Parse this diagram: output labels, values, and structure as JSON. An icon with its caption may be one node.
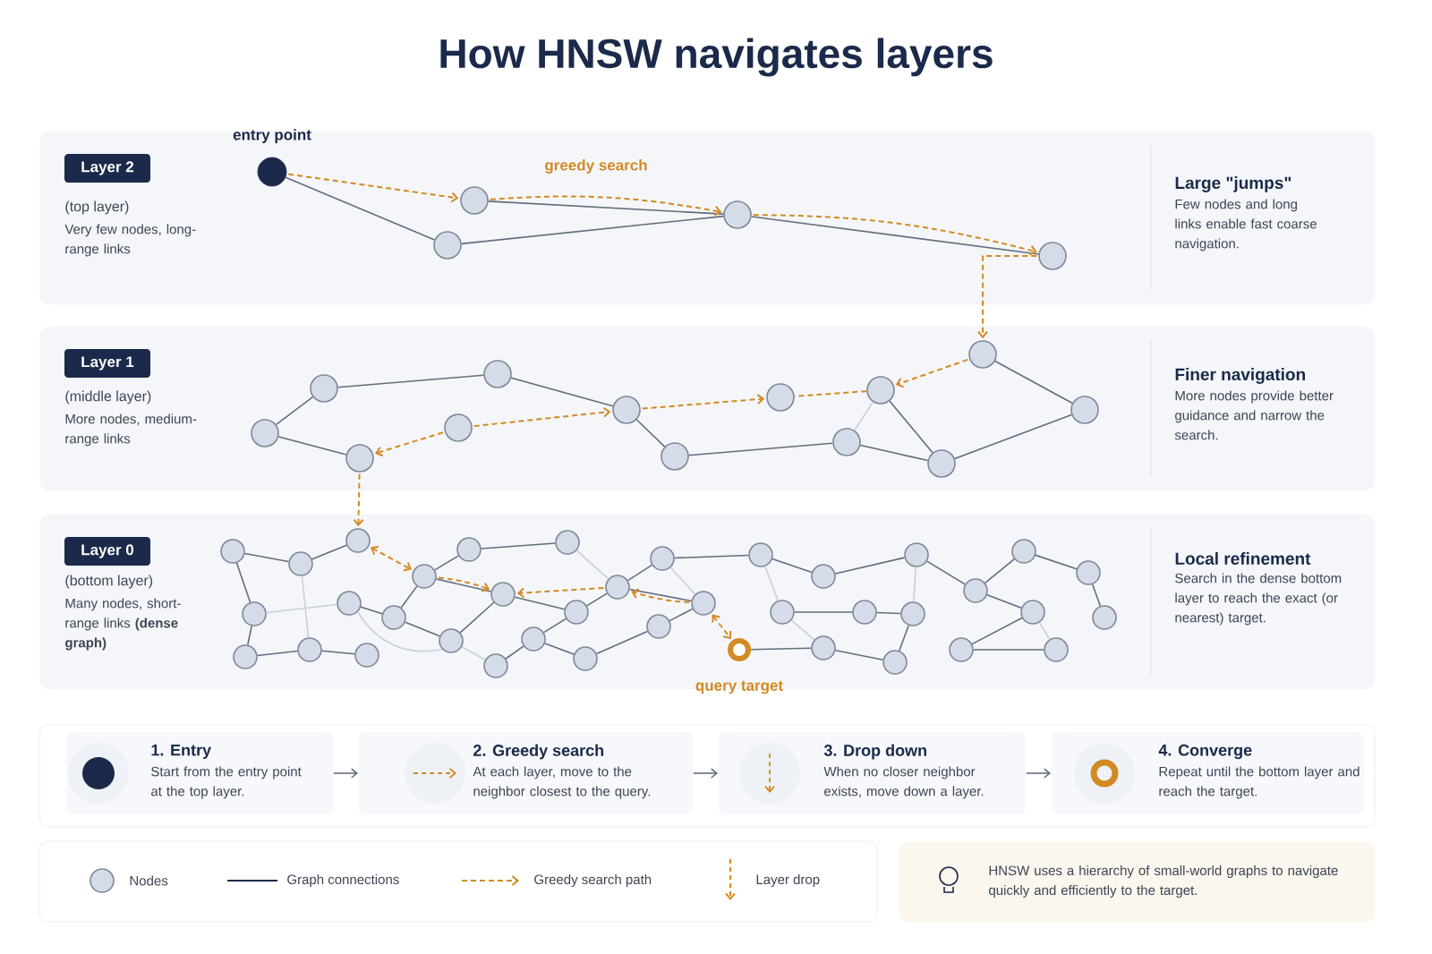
{
  "diagram": {
    "title": "How HNSW navigates layers",
    "nodes": [
      {
        "text": [
          "(top layer)",
          "Very few nodes, long-range links",
          "Large \"jumps\"",
          "Few nodes and long links enable fast coarse navigation."
        ]
      },
      {
        "text": [
          "Layer 2"
        ],
        "in": 0
      },
      {
        "text": [],
        "shape": "circle",
        "in": 0,
        "beside": [
          "entry point"
        ]
      },
      {
        "text": [],
        "shape": "circle",
        "in": 0
      },
      {
        "text": [],
        "shape": "circle",
        "in": 0
      },
      {
        "text": [],
        "shape": "circle",
        "in": 0
      },
      {
        "text": [],
        "shape": "circle",
        "in": 0
      },
      {
        "text": [
          "(middle layer)",
          "More nodes, medium-range links",
          "Finer navigation",
          "More nodes provide better guidance and narrow the search."
        ]
      },
      {
        "text": [
          "Layer 1"
        ],
        "in": 7
      },
      {
        "text": [],
        "shape": "circle",
        "in": 7
      },
      {
        "text": [],
        "shape": "circle",
        "in": 7
      },
      {
        "text": [],
        "shape": "circle",
        "in": 7
      },
      {
        "text": [],
        "shape": "circle",
        "in": 7
      },
      {
        "text": [],
        "shape": "circle",
        "in": 7
      },
      {
        "text": [],
        "shape": "circle",
        "in": 7
      },
      {
        "text": [],
        "shape": "circle",
        "in": 7
      },
      {
        "text": [],
        "shape": "circle",
        "in": 7
      },
      {
        "text": [],
        "shape": "circle",
        "in": 7
      },
      {
        "text": [],
        "shape": "circle",
        "in": 7
      },
      {
        "text": [],
        "shape": "circle",
        "in": 7
      },
      {
        "text": [],
        "shape": "circle",
        "in": 7
      },
      {
        "text": [],
        "shape": "circle",
        "in": 7
      },
      {
        "text": [
          "(bottom layer)",
          "Many nodes, short-range links **(dense graph)**",
          "Local refinement",
          "Search in the dense bottom layer to reach the exact (or nearest) target."
        ]
      },
      {
        "text": [
          "Layer 0"
        ],
        "in": 22
      },
      {
        "text": [],
        "shape": "circle",
        "in": 22
      },
      {
        "text": [],
        "shape": "circle",
        "in": 22
      },
      {
        "text": [],
        "shape": "circle",
        "in": 22
      },
      {
        "text": [],
        "shape": "circle",
        "in": 22
      },
      {
        "text": [],
        "shape": "circle",
        "in": 22
      },
      {
        "text": [],
        "shape": "circle",
        "in": 22
      },
      {
        "text": [],
        "shape": "circle",
        "in": 22
      },
      {
        "text": [],
        "shape": "circle",
        "in": 22
      },
      {
        "text": [],
        "shape": "circle",
        "in": 22
      },
      {
        "text": [],
        "shape": "circle",
        "in": 22
      },
      {
        "text": [],
        "shape": "circle",
        "in": 22
      },
      {
        "text": [],
        "shape": "circle",
        "in": 22
      },
      {
        "text": [],
        "shape": "circle",
        "in": 22
      },
      {
        "text": [],
        "shape": "circle",
        "in": 22
      },
      {
        "text": [],
        "shape": "circle",
        "in": 22
      },
      {
        "text": [],
        "shape": "circle",
        "in": 22
      },
      {
        "text": [],
        "shape": "circle",
        "in": 22
      },
      {
        "text": [],
        "shape": "circle",
        "in": 22
      },
      {
        "text": [],
        "shape": "circle",
        "in": 22
      },
      {
        "text": [],
        "shape": "circle",
        "in": 22
      },
      {
        "text": [],
        "shape": "circle",
        "in": 22
      },
      {
        "text": [],
        "shape": "circle",
        "in": 22
      },
      {
        "text": [],
        "shape": "circle",
        "in": 22,
        "beside": [
          "query target"
        ]
      },
      {
        "text": [],
        "shape": "circle",
        "in": 22
      },
      {
        "text": [],
        "shape": "circle",
        "in": 22
      },
      {
        "text": [],
        "shape": "circle",
        "in": 22
      },
      {
        "text": [],
        "shape": "circle",
        "in": 22
      },
      {
        "text": [],
        "shape": "circle",
        "in": 22
      },
      {
        "text": [],
        "shape": "circle",
        "in": 22
      },
      {
        "text": [],
        "shape": "circle",
        "in": 22
      },
      {
        "text": [],
        "shape": "circle",
        "in": 22
      },
      {
        "text": [],
        "shape": "circle",
        "in": 22
      },
      {
        "text": [],
        "shape": "circle",
        "in": 22
      },
      {
        "text": [],
        "shape": "circle",
        "in": 22
      },
      {
        "text": [],
        "shape": "circle",
        "in": 22
      },
      {
        "text": [],
        "shape": "circle",
        "in": 22
      },
      {
        "text": [],
        "shape": "circle",
        "in": 22
      },
      {
        "text": [],
        "shape": "circle",
        "in": 22
      },
      {
        "text": [
          "1. Entry",
          "Start from the entry point at the top layer."
        ]
      },
      {
        "text": [
          "2. Greedy search",
          "At each layer, move to the neighbor closest to the query."
        ]
      },
      {
        "text": [
          "3. Drop down",
          "When no closer neighbor exists, move down a layer."
        ]
      },
      {
        "text": [
          "4. Converge",
          "Repeat until the bottom layer and reach the target."
        ]
      },
      {
        "text": [
          "HNSW uses a hierarchy of small-world graphs to navigate quickly and efficiently to the target."
        ]
      }
    ],
    "edges": [
      {
        "from": 2,
        "to": 4,
        "arrow": "none"
      },
      {
        "from": 4,
        "to": 5,
        "arrow": "none"
      },
      {
        "from": 3,
        "to": 5,
        "arrow": "none"
      },
      {
        "from": 5,
        "to": 6,
        "arrow": "none"
      },
      {
        "from": 2,
        "to": 3,
        "arrow": "to",
        "style": "dashed",
        "color": "#d28a22"
      },
      {
        "from": 3,
        "to": 5,
        "arrow": "to",
        "style": "dashed",
        "color": "#d28a22"
      },
      {
        "from": 5,
        "to": 6,
        "arrow": "to",
        "style": "dashed",
        "color": "#d28a22"
      },
      {
        "from": 6,
        "to": 20,
        "arrow": "to",
        "style": "dashed",
        "color": "#d28a22"
      },
      {
        "from": 9,
        "to": 10,
        "arrow": "none"
      },
      {
        "from": 9,
        "to": 11,
        "arrow": "none"
      },
      {
        "from": 10,
        "to": 13,
        "arrow": "none"
      },
      {
        "from": 13,
        "to": 14,
        "arrow": "none"
      },
      {
        "from": 14,
        "to": 15,
        "arrow": "none"
      },
      {
        "from": 15,
        "to": 18,
        "arrow": "none"
      },
      {
        "from": 18,
        "to": 19,
        "arrow": "none"
      },
      {
        "from": 17,
        "to": 19,
        "arrow": "none"
      },
      {
        "from": 19,
        "to": 21,
        "arrow": "none"
      },
      {
        "from": 20,
        "to": 21,
        "arrow": "none"
      },
      {
        "from": 17,
        "to": 18,
        "arrow": "none",
        "color": "#c9d0db"
      },
      {
        "from": 20,
        "to": 17,
        "arrow": "to",
        "style": "dashed",
        "color": "#d28a22"
      },
      {
        "from": 17,
        "to": 16,
        "arrow": "none",
        "style": "dashed",
        "color": "#d28a22"
      },
      {
        "from": 14,
        "to": 16,
        "arrow": "to",
        "style": "dashed",
        "color": "#d28a22"
      },
      {
        "from": 12,
        "to": 14,
        "arrow": "to",
        "style": "dashed",
        "color": "#d28a22"
      },
      {
        "from": 12,
        "to": 11,
        "arrow": "to",
        "style": "dashed",
        "color": "#d28a22"
      },
      {
        "from": 11,
        "to": 26,
        "arrow": "to",
        "style": "dashed",
        "color": "#d28a22"
      },
      {
        "from": 24,
        "to": 25,
        "arrow": "none"
      },
      {
        "from": 24,
        "to": 27,
        "arrow": "none"
      },
      {
        "from": 27,
        "to": 28,
        "arrow": "none"
      },
      {
        "from": 28,
        "to": 29,
        "arrow": "none"
      },
      {
        "from": 29,
        "to": 30,
        "arrow": "none"
      },
      {
        "from": 25,
        "to": 26,
        "arrow": "none"
      },
      {
        "from": 31,
        "to": 32,
        "arrow": "none"
      },
      {
        "from": 32,
        "to": 33,
        "arrow": "none"
      },
      {
        "from": 33,
        "to": 34,
        "arrow": "none"
      },
      {
        "from": 32,
        "to": 35,
        "arrow": "none"
      },
      {
        "from": 35,
        "to": 36,
        "arrow": "none"
      },
      {
        "from": 33,
        "to": 36,
        "arrow": "none"
      },
      {
        "from": 34,
        "to": 39,
        "arrow": "none"
      },
      {
        "from": 36,
        "to": 40,
        "arrow": "none"
      },
      {
        "from": 40,
        "to": 38,
        "arrow": "none"
      },
      {
        "from": 38,
        "to": 37,
        "arrow": "none"
      },
      {
        "from": 38,
        "to": 41,
        "arrow": "none"
      },
      {
        "from": 40,
        "to": 42,
        "arrow": "none"
      },
      {
        "from": 42,
        "to": 44,
        "arrow": "none"
      },
      {
        "from": 44,
        "to": 47,
        "arrow": "none"
      },
      {
        "from": 47,
        "to": 49,
        "arrow": "none"
      },
      {
        "from": 49,
        "to": 54,
        "arrow": "none"
      },
      {
        "from": 54,
        "to": 55,
        "arrow": "none"
      },
      {
        "from": 55,
        "to": 57,
        "arrow": "none"
      },
      {
        "from": 57,
        "to": 60,
        "arrow": "none"
      },
      {
        "from": 60,
        "to": 61,
        "arrow": "none"
      },
      {
        "from": 58,
        "to": 56,
        "arrow": "none"
      },
      {
        "from": 56,
        "to": 59,
        "arrow": "none"
      },
      {
        "from": 42,
        "to": 45,
        "arrow": "none"
      },
      {
        "from": 45,
        "to": 43,
        "arrow": "none"
      },
      {
        "from": 43,
        "to": 41,
        "arrow": "none"
      },
      {
        "from": 46,
        "to": 50,
        "arrow": "none"
      },
      {
        "from": 50,
        "to": 52,
        "arrow": "none"
      },
      {
        "from": 52,
        "to": 53,
        "arrow": "none"
      },
      {
        "from": 53,
        "to": 51,
        "arrow": "none"
      },
      {
        "from": 51,
        "to": 48,
        "arrow": "none"
      },
      {
        "from": 55,
        "to": 58,
        "arrow": "none"
      },
      {
        "from": 25,
        "to": 29,
        "arrow": "none",
        "color": "#c9d0db"
      },
      {
        "from": 31,
        "to": 35,
        "arrow": "none",
        "color": "#c9d0db"
      },
      {
        "from": 39,
        "to": 42,
        "arrow": "none",
        "color": "#c9d0db"
      },
      {
        "from": 44,
        "to": 45,
        "arrow": "none",
        "color": "#c9d0db"
      },
      {
        "from": 47,
        "to": 48,
        "arrow": "none",
        "color": "#c9d0db"
      },
      {
        "from": 48,
        "to": 50,
        "arrow": "none",
        "color": "#c9d0db"
      },
      {
        "from": 54,
        "to": 53,
        "arrow": "none",
        "color": "#c9d0db"
      },
      {
        "from": 58,
        "to": 59,
        "arrow": "none",
        "color": "#c9d0db"
      },
      {
        "from": 27,
        "to": 31,
        "arrow": "none",
        "color": "#c9d0db"
      },
      {
        "from": 35,
        "to": 37,
        "arrow": "none",
        "color": "#c9d0db"
      },
      {
        "from": 26,
        "to": 33,
        "arrow": "both",
        "style": "dashed",
        "color": "#d28a22"
      },
      {
        "from": 33,
        "to": 36,
        "arrow": "to",
        "style": "dashed",
        "color": "#d28a22"
      },
      {
        "from": 42,
        "to": 36,
        "arrow": "to",
        "style": "dashed",
        "color": "#d28a22"
      },
      {
        "from": 45,
        "to": 42,
        "arrow": "to",
        "style": "dashed",
        "color": "#d28a22"
      },
      {
        "from": 45,
        "to": 46,
        "arrow": "both",
        "style": "dashed",
        "color": "#d28a22"
      },
      {
        "from": 62,
        "to": 63,
        "arrow": "to"
      },
      {
        "from": 63,
        "to": 64,
        "arrow": "to"
      },
      {
        "from": 64,
        "to": 65,
        "arrow": "to"
      }
    ],
    "labels": [
      "greedy search"
    ],
    "legend": [
      {
        "text": "Nodes"
      },
      {
        "text": "Graph connections"
      },
      {
        "text": "Greedy search path"
      },
      {
        "text": "Layer drop"
      }
    ]
  }
}
